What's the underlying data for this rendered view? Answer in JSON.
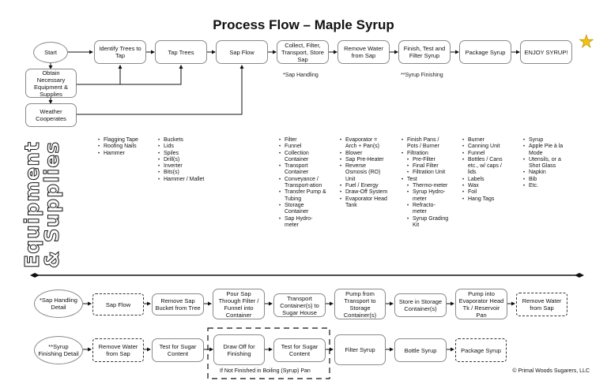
{
  "title": "Process Flow – Maple Syrup",
  "main_flow": {
    "start": "Start",
    "obtain": "Obtain Necessary Equipment & Supplies",
    "weather": "Weather Cooperates",
    "steps": [
      "Identify Trees to Tap",
      "Tap Trees",
      "Sap Flow",
      "Collect, Filter, Transport, Store Sap",
      "Remove Water from Sap",
      "Finish, Test and Filter Syrup",
      "Package Syrup",
      "ENJOY SYRUP!"
    ],
    "note_sap_handling": "*Sap Handling",
    "note_syrup_finishing": "**Syrup Finishing"
  },
  "equipment": {
    "heading_line1": "Equipment",
    "heading_line2": "& Supplies",
    "columns": [
      {
        "items": [
          "Flagging Tape",
          "Roofing Nails",
          "Hammer"
        ]
      },
      {
        "items": [
          "Buckets",
          "Lids",
          "Spiles",
          "Drill(s)",
          "Inverter",
          "Bits(s)",
          "Hammer / Mallet"
        ]
      },
      {
        "items": [
          "Filter",
          "Funnel",
          "Collection Container",
          "Transport Container",
          "Conveyance / Transport-ation",
          "Transfer Pump & Tubing",
          "Storage Container",
          "Sap Hydro-meter"
        ]
      },
      {
        "items": [
          "Evaporator = Arch + Pan(s)",
          "Blower",
          "Sap Pre-Heater",
          "Reverse Osmosis (RO) Unit",
          "Fuel / Energy",
          "Draw-Off System",
          "Evaporator Head Tank"
        ]
      },
      {
        "items": [
          {
            "text": "Finish Pans / Pots / Burner",
            "level": 0
          },
          {
            "text": "Filtration",
            "level": 0
          },
          {
            "text": "Pre-Filter",
            "level": 1
          },
          {
            "text": "Final Filter",
            "level": 1
          },
          {
            "text": "Filtration Unit",
            "level": 1
          },
          {
            "text": "Test",
            "level": 0
          },
          {
            "text": "Thermo-meter",
            "level": 1
          },
          {
            "text": "Syrup Hydro-meter",
            "level": 1
          },
          {
            "text": "Refracto-meter",
            "level": 1
          },
          {
            "text": "Syrup Grading Kit",
            "level": 1
          }
        ]
      },
      {
        "items": [
          "Burner",
          "Canning Unit",
          "Funnel",
          "Bottles / Cans etc., w/ caps / lids",
          "Labels",
          "Wax",
          "Foil",
          "Hang Tags"
        ]
      },
      {
        "items": [
          "Syrup",
          "Apple Pie à la Mode",
          "Utensils, or a Shot Glass",
          "Napkin",
          "Bib",
          "Etc."
        ]
      }
    ]
  },
  "sap_handling_detail": {
    "label": "*Sap Handling Detail",
    "steps": [
      "Sap Flow",
      "Remove Sap Bucket from Tree",
      "Pour Sap Through Filter / Funnel into Container",
      "Transport Container(s) to Sugar House",
      "Pump from Transport to Storage Container(s)",
      "Store in Storage Container(s)",
      "Pump into Evaporator Head Tk / Reservoir Pan",
      "Remove Water from Sap"
    ]
  },
  "syrup_finishing_detail": {
    "label": "**Syrup Finishing Detail",
    "steps": [
      "Remove Water from Sap",
      "Test for Sugar Content",
      "Draw Off for Finishing",
      "Test for Sugar Content",
      "Filter Syrup",
      "Bottle Syrup",
      "Package Syrup"
    ],
    "bracket_label": "If Not Finished in Boiling (Syrup) Pan"
  },
  "copyright": "© Primal Woods Sugarers, LLC",
  "colors": {
    "star": "#f4c20d",
    "border": "#8a8a8a",
    "line": "#111111"
  }
}
